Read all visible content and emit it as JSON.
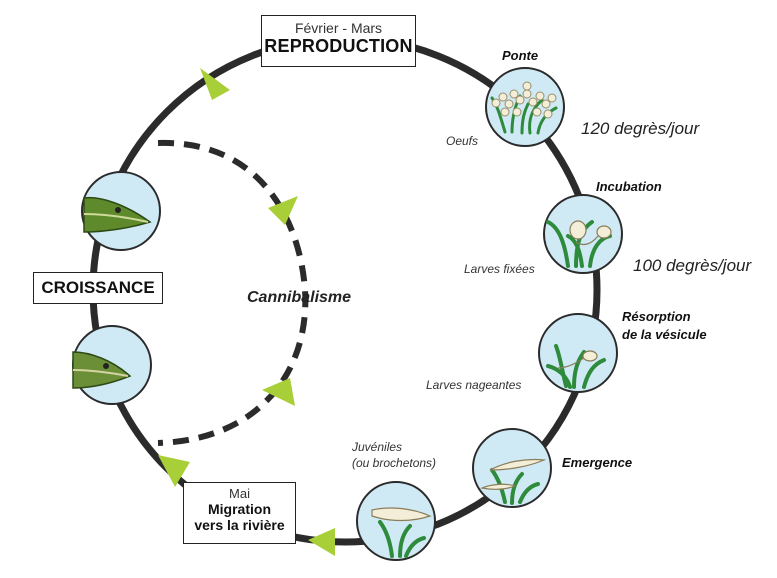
{
  "reproduction": {
    "period": "Février - Mars",
    "title": "REPRODUCTION"
  },
  "croissance": {
    "title": "CROISSANCE"
  },
  "migration": {
    "period": "Mai",
    "line1": "Migration",
    "line2": "vers la rivière"
  },
  "cannibalisme": "Cannibalisme",
  "stages": {
    "ponte": {
      "title": "Ponte",
      "sub": "Oeufs",
      "rate": "120 degrès/jour"
    },
    "incubation": {
      "title": "Incubation",
      "sub": "Larves fixées",
      "rate": "100 degrès/jour"
    },
    "resorption": {
      "title1": "Résorption",
      "title2": "de la vésicule",
      "sub": "Larves nageantes"
    },
    "emergence": {
      "title": "Emergence"
    },
    "juveniles": {
      "sub1": "Juvéniles",
      "sub2": "(ou brochetons)"
    }
  },
  "colors": {
    "circle": "#2b2b2b",
    "arrow": "#a8cf38",
    "bubble": "#cfe9f5",
    "plant": "#2e8b3c",
    "egg": "#f4eed8"
  }
}
